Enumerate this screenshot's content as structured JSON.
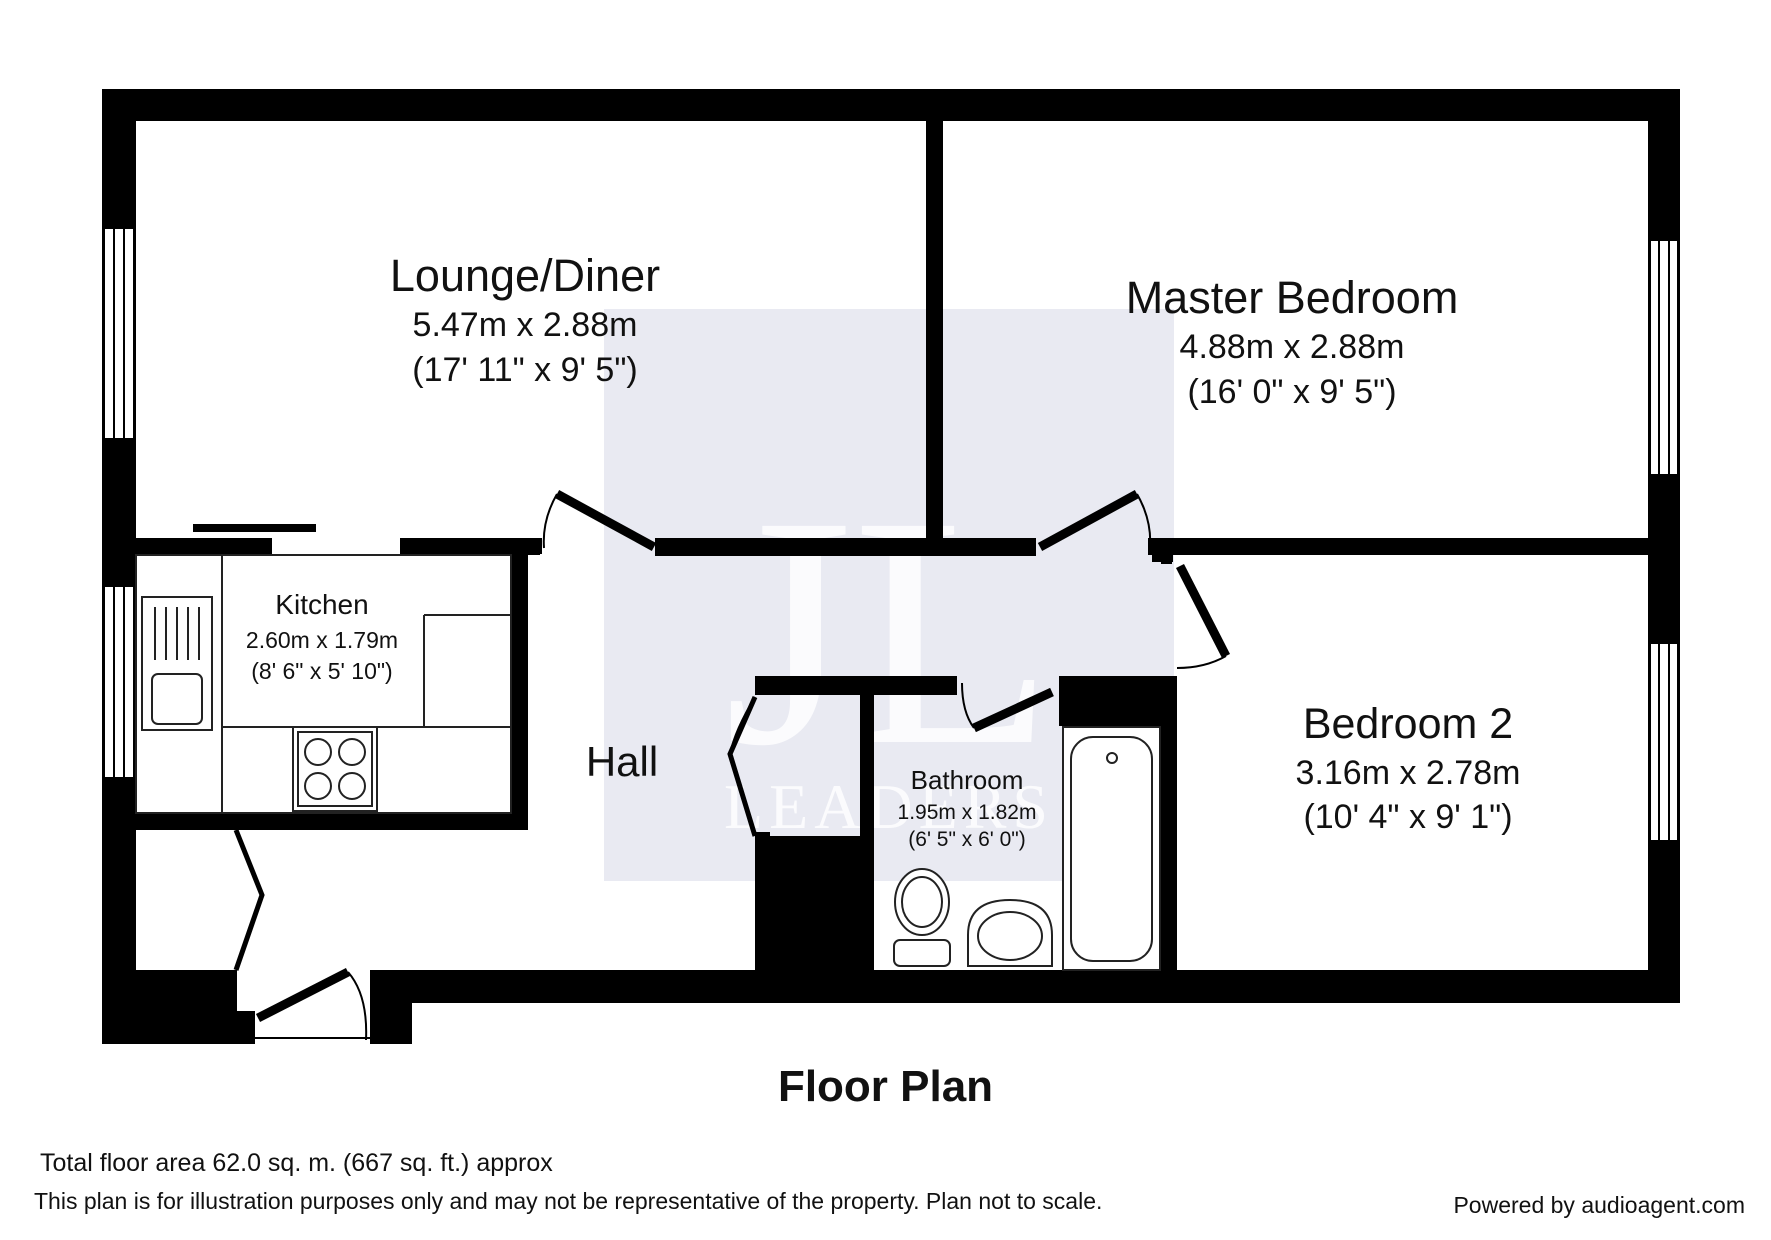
{
  "watermark": {
    "initials": "JL",
    "text": "LEADERS",
    "fill": "#e9eaf2",
    "mark": "#ffffff"
  },
  "colors": {
    "wall": "#000000",
    "background": "#ffffff",
    "fixture_line": "#222222"
  },
  "rooms": {
    "lounge": {
      "name": "Lounge/Diner",
      "dim_m": "5.47m x 2.88m",
      "dim_ft": "(17' 11\" x 9' 5\")"
    },
    "master": {
      "name": "Master Bedroom",
      "dim_m": "4.88m x 2.88m",
      "dim_ft": "(16' 0\" x 9' 5\")"
    },
    "kitchen": {
      "name": "Kitchen",
      "dim_m": "2.60m x 1.79m",
      "dim_ft": "(8' 6\" x 5' 10\")"
    },
    "hall": {
      "name": "Hall"
    },
    "bathroom": {
      "name": "Bathroom",
      "dim_m": "1.95m x 1.82m",
      "dim_ft": "(6' 5\" x 6' 0\")"
    },
    "bedroom2": {
      "name": "Bedroom 2",
      "dim_m": "3.16m x 2.78m",
      "dim_ft": "(10' 4\" x 9' 1\")"
    }
  },
  "plan_title": "Floor Plan",
  "total_area": "Total floor area 62.0 sq. m. (667 sq. ft.) approx",
  "disclaimer": "This plan is for illustration purposes only and may not be representative of the property. Plan not to scale.",
  "powered_by": "Powered by audioagent.com"
}
